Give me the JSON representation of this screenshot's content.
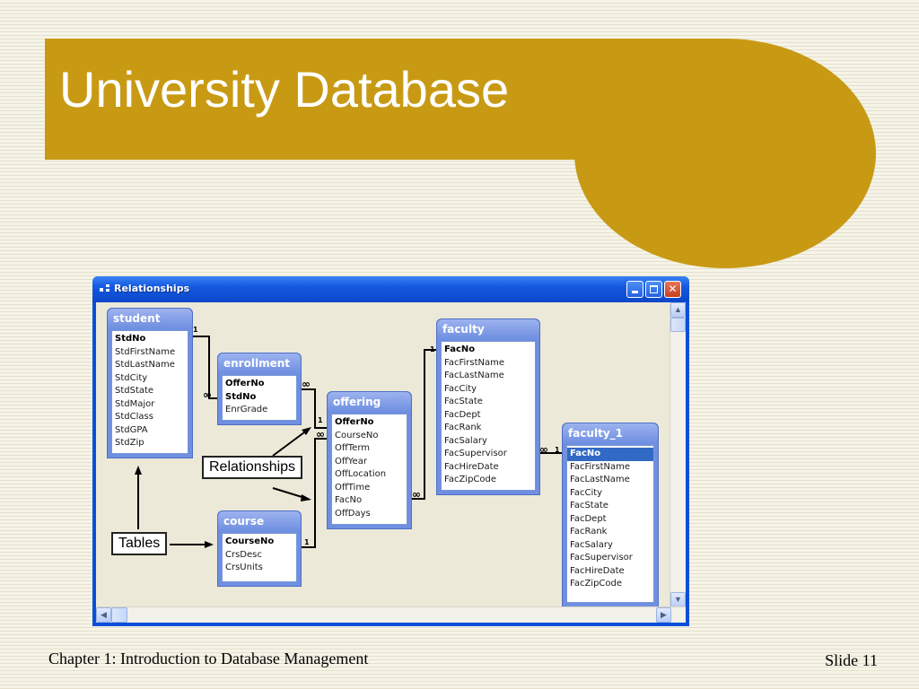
{
  "slide": {
    "title": "University Database",
    "footer_left": "Chapter 1: Introduction to Database Management",
    "footer_right": "Slide 11"
  },
  "window": {
    "title": "Relationships",
    "controls": [
      "minimize-icon",
      "maximize-icon",
      "close-icon"
    ]
  },
  "tables": {
    "student": {
      "name": "student",
      "fields": [
        "StdNo",
        "StdFirstName",
        "StdLastName",
        "StdCity",
        "StdState",
        "StdMajor",
        "StdClass",
        "StdGPA",
        "StdZip"
      ],
      "key_fields": [
        "StdNo"
      ]
    },
    "enrollment": {
      "name": "enrollment",
      "fields": [
        "OfferNo",
        "StdNo",
        "EnrGrade"
      ],
      "key_fields": [
        "OfferNo",
        "StdNo"
      ]
    },
    "offering": {
      "name": "offering",
      "fields": [
        "OfferNo",
        "CourseNo",
        "OffTerm",
        "OffYear",
        "OffLocation",
        "OffTime",
        "FacNo",
        "OffDays"
      ],
      "key_fields": [
        "OfferNo"
      ]
    },
    "faculty": {
      "name": "faculty",
      "fields": [
        "FacNo",
        "FacFirstName",
        "FacLastName",
        "FacCity",
        "FacState",
        "FacDept",
        "FacRank",
        "FacSalary",
        "FacSupervisor",
        "FacHireDate",
        "FacZipCode"
      ],
      "key_fields": [
        "FacNo"
      ]
    },
    "faculty_1": {
      "name": "faculty_1",
      "fields": [
        "FacNo",
        "FacFirstName",
        "FacLastName",
        "FacCity",
        "FacState",
        "FacDept",
        "FacRank",
        "FacSalary",
        "FacSupervisor",
        "FacHireDate",
        "FacZipCode"
      ],
      "key_fields": [
        "FacNo"
      ],
      "selected_field": "FacNo"
    },
    "course": {
      "name": "course",
      "fields": [
        "CourseNo",
        "CrsDesc",
        "CrsUnits"
      ],
      "key_fields": [
        "CourseNo"
      ]
    }
  },
  "cardinality": {
    "one": "1",
    "many": "∞"
  },
  "callouts": {
    "relationships": "Relationships",
    "tables": "Tables"
  },
  "colors": {
    "banner": "#c89a14",
    "window_frame": "#0b4fd8",
    "table_header": "#6f8fe0",
    "selection": "#316ac5"
  }
}
